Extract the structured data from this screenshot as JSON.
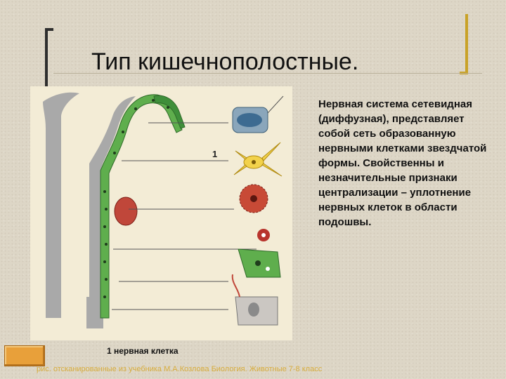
{
  "slide": {
    "title": "Тип кишечнополостные.",
    "figure_number_label": "1",
    "caption": "1 нервная клетка",
    "description": "Нервная система сетевидная (диффузная), представляет собой сеть образованную нервными клетками звездчатой формы. Свойственны и незначительные признаки централизации – уплотнение нервных клеток в области подошвы.",
    "source": "рис. отсканированные из учебника М.А.Козлова Биология. Животные 7-8 класс"
  },
  "colors": {
    "background": "#ddd6c6",
    "title_bracket_left": "#2e2e2e",
    "title_bracket_right": "#c9a227",
    "nav_button": "#e8a03a",
    "source_text": "#d7ac3c"
  },
  "icons": {
    "nav_button": "back-arrow-button-icon"
  }
}
